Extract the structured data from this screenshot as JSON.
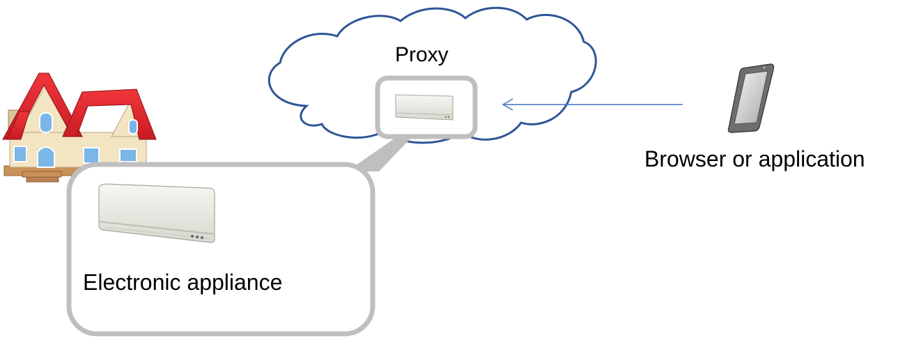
{
  "diagram": {
    "proxy_label": "Proxy",
    "client_label": "Browser or application",
    "appliance_label": "Electronic appliance"
  },
  "colors": {
    "cloud_stroke": "#2f5597",
    "arrow": "#4472c4",
    "callout_border": "#bfbfbf",
    "roof": "#e0262b",
    "wall": "#f3e4c2",
    "window": "#7ab6e6",
    "ac_body": "#e9e9e2",
    "phone_body": "#6e6e6e"
  },
  "icons": {
    "house": "house-icon",
    "air_conditioner": "air-conditioner-icon",
    "smartphone": "smartphone-icon"
  }
}
